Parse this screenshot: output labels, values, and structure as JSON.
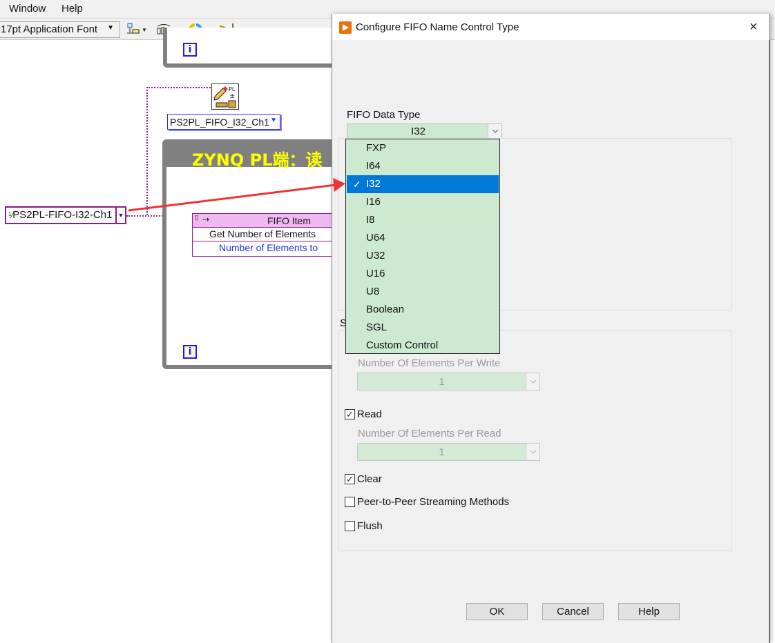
{
  "menubar": {
    "items": [
      "Window",
      "Help"
    ]
  },
  "toolbar": {
    "font_select": "17pt Application Font",
    "icons": [
      "align-objects-icon",
      "distribute-objects-icon",
      "reorder-icon",
      "cleanup-diagram-icon"
    ]
  },
  "diagram": {
    "fifo_method_node_label": "PS2PL_FIFO_I32_Ch1",
    "loop_title": "ZYNQ PL端：读",
    "fifo_name_control": "PS2PL-FIFO-I32-Ch1",
    "property_node": {
      "header": "FIFO Item",
      "rows": [
        "Get Number of Elements",
        "Number of Elements to"
      ]
    },
    "iteration_terminal": "i",
    "colors": {
      "wire": "#8b1a8b",
      "loop_border": "#808080",
      "title_text": "#ffff00",
      "arrow": "#ee3333"
    }
  },
  "dialog": {
    "title": "Configure FIFO Name Control Type",
    "close": "×",
    "data_type_label": "FIFO Data Type",
    "data_type_value": "I32",
    "data_type_options": [
      "FXP",
      "I64",
      "I32",
      "I16",
      "I8",
      "U64",
      "U32",
      "U16",
      "U8",
      "Boolean",
      "SGL",
      "Custom Control"
    ],
    "selected_option": "I32",
    "section_label_partial": "S",
    "write_elements_label": "Number Of Elements Per Write",
    "write_elements_value": "1",
    "read_label": "Read",
    "read_checked": true,
    "read_elements_label": "Number Of Elements Per Read",
    "read_elements_value": "1",
    "clear_label": "Clear",
    "clear_checked": true,
    "p2p_label": "Peer-to-Peer Streaming Methods",
    "p2p_checked": false,
    "flush_label": "Flush",
    "flush_checked": false,
    "buttons": {
      "ok": "OK",
      "cancel": "Cancel",
      "help": "Help"
    },
    "colors": {
      "combo_bg": "#cde9cf",
      "selection": "#0078d7",
      "accent_icon": "#e8720c"
    }
  }
}
